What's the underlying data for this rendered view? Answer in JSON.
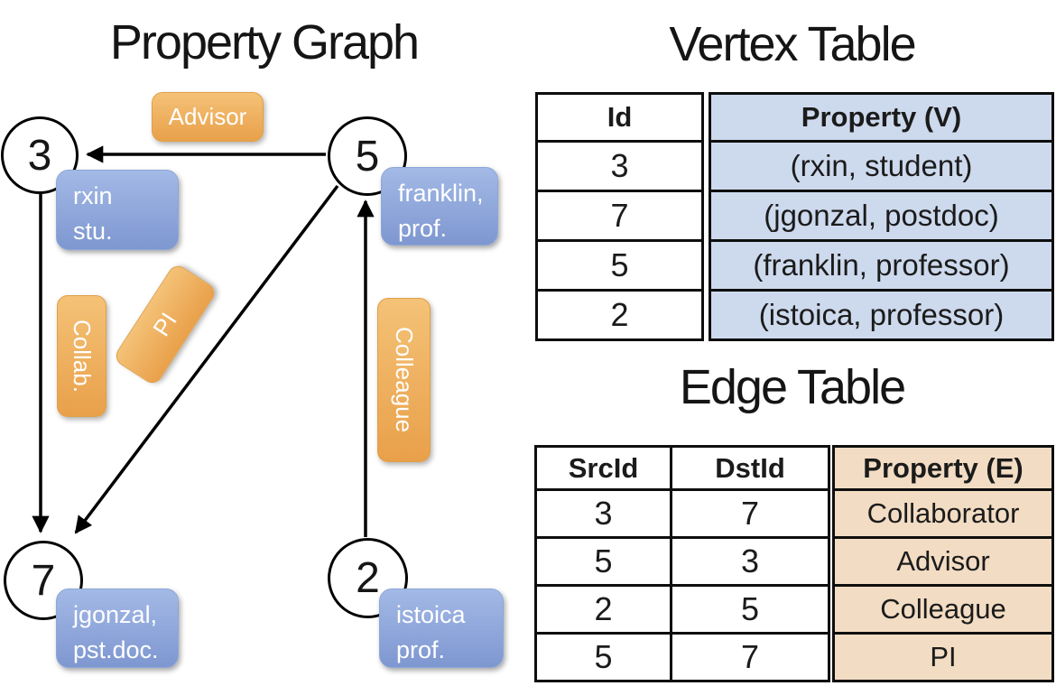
{
  "graph": {
    "title": "Property Graph",
    "vertices": {
      "v3": {
        "id": "3",
        "line1": "rxin",
        "line2": "stu."
      },
      "v5": {
        "id": "5",
        "line1": "franklin,",
        "line2": "prof."
      },
      "v7": {
        "id": "7",
        "line1": "jgonzal,",
        "line2": "pst.doc."
      },
      "v2": {
        "id": "2",
        "line1": "istoica",
        "line2": "prof."
      }
    },
    "edge_labels": {
      "advisor": "Advisor",
      "collab": "Collab.",
      "pi": "PI",
      "colleague": "Colleague"
    }
  },
  "vertex_table": {
    "title": "Vertex Table",
    "columns": {
      "id": "Id",
      "property": "Property (V)"
    },
    "rows": [
      {
        "id": "3",
        "property": "(rxin, student)"
      },
      {
        "id": "7",
        "property": "(jgonzal, postdoc)"
      },
      {
        "id": "5",
        "property": "(franklin, professor)"
      },
      {
        "id": "2",
        "property": "(istoica, professor)"
      }
    ]
  },
  "edge_table": {
    "title": "Edge Table",
    "columns": {
      "src": "SrcId",
      "dst": "DstId",
      "property": "Property (E)"
    },
    "rows": [
      {
        "src": "3",
        "dst": "7",
        "property": "Collaborator"
      },
      {
        "src": "5",
        "dst": "3",
        "property": "Advisor"
      },
      {
        "src": "2",
        "dst": "5",
        "property": "Colleague"
      },
      {
        "src": "5",
        "dst": "7",
        "property": "PI"
      }
    ]
  },
  "colors": {
    "vertex_box_top": "#a3b9e6",
    "vertex_box_bottom": "#7e97d0",
    "edge_box_top": "#f4c277",
    "edge_box_bottom": "#e9a04a",
    "vertex_cell_bg": "#cdd9ed",
    "edge_cell_bg": "#f2dcc3",
    "arrow_color": "#000000"
  }
}
